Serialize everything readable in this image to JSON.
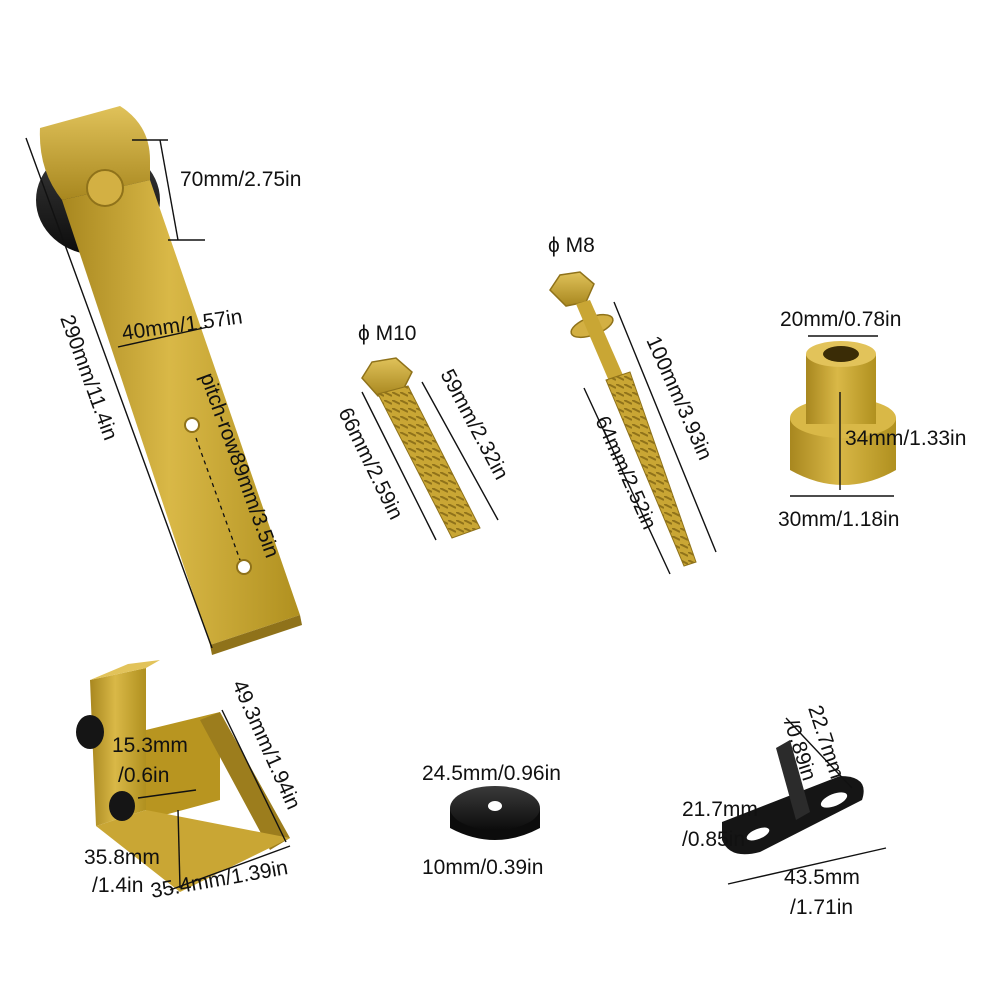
{
  "labels": {
    "hanger_height": "70mm/2.75in",
    "strap_width": "40mm/1.57in",
    "strap_length": "290mm/11.4in",
    "pitch_row": "pitch-row89mm/3.5in",
    "bolt_diameter": "ϕ M10",
    "bolt_thread": "59mm/2.32in",
    "bolt_total": "66mm/2.59in",
    "screw_diameter": "ϕ M8",
    "screw_total": "100mm/3.93in",
    "screw_thread": "64mm/2.52in",
    "spacer_top": "20mm/0.78in",
    "spacer_height": "34mm/1.33in",
    "spacer_base": "30mm/1.18in",
    "stop_height": "49.3mm/1.94in",
    "stop_inner_mm": "15.3mm",
    "stop_inner_in": "/0.6in",
    "stop_side_mm": "35.8mm",
    "stop_side_in": "/1.4in",
    "stop_width": "35.4mm/1.39in",
    "wheel_diameter": "24.5mm/0.96in",
    "wheel_thickness": "10mm/0.39in",
    "guide_height_mm": "22.7mm",
    "guide_height_in": "/0.89in",
    "guide_side_mm": "21.7mm",
    "guide_side_in": "/0.85in",
    "guide_length_mm": "43.5mm",
    "guide_length_in": "/1.71in"
  },
  "colors": {
    "brass": "#c9a634",
    "brass_dark": "#9c7d1d",
    "brass_light": "#e2c35a",
    "black_part": "#151515"
  }
}
